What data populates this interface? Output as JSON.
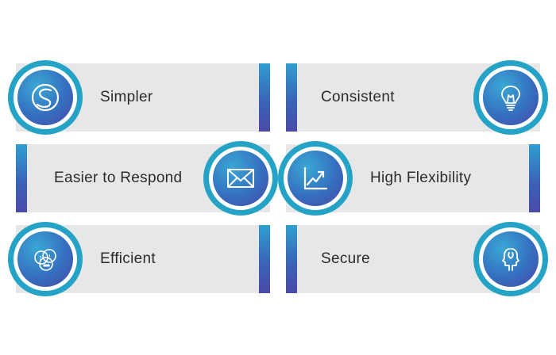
{
  "features": [
    {
      "label": "Simpler",
      "icon": "swirl-s-icon"
    },
    {
      "label": "Consistent",
      "icon": "lightbulb-icon"
    },
    {
      "label": "Easier to Respond",
      "icon": "envelope-icon"
    },
    {
      "label": "High Flexibility",
      "icon": "trend-chart-icon"
    },
    {
      "label": "Efficient",
      "icon": "idea-bubbles-icon"
    },
    {
      "label": "Secure",
      "icon": "two-heads-icon"
    }
  ],
  "colors": {
    "card_bg": "#e7e7e8",
    "ring": "#24a3c7",
    "disc_start": "#3aa8d4",
    "disc_end": "#4747a6",
    "text": "#2b2b2b"
  }
}
